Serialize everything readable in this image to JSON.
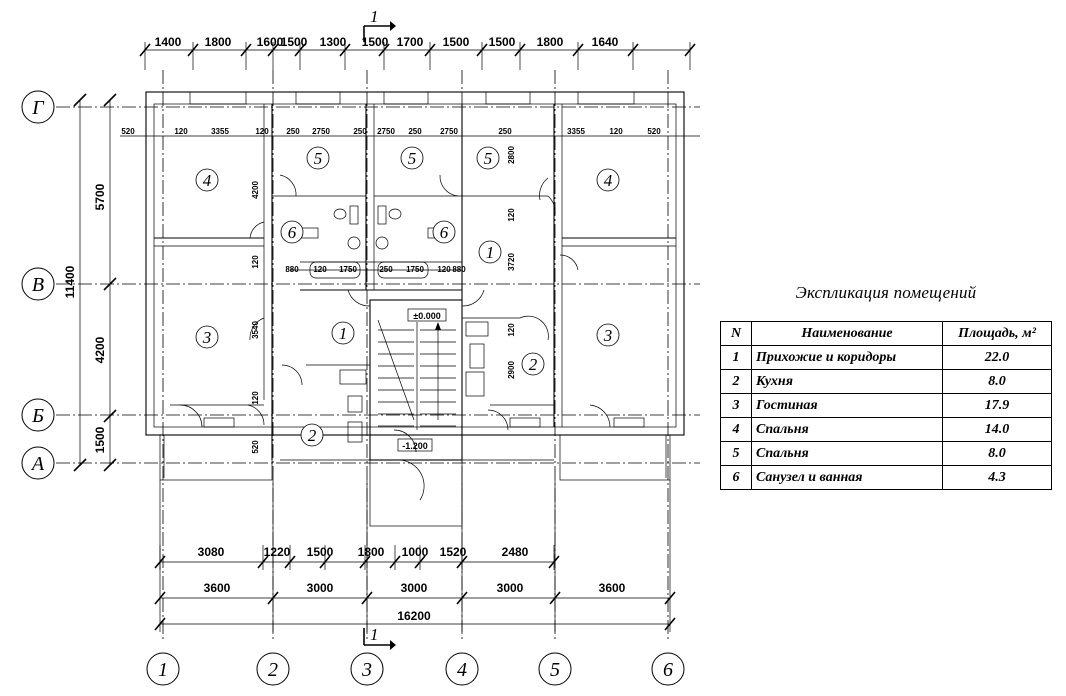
{
  "section_mark": "1",
  "axes_letters": [
    "Г",
    "В",
    "Б",
    "А"
  ],
  "axes_numbers": [
    "1",
    "2",
    "3",
    "4",
    "5",
    "6"
  ],
  "overall_dimension_vertical": "11400",
  "vertical_dims": [
    "5700",
    "4200",
    "1500"
  ],
  "top_dims": [
    "1400",
    "1800",
    "1600",
    "1500",
    "1300",
    "1500",
    "1700",
    "1500",
    "1500",
    "1800",
    "1640"
  ],
  "top_dim_left_520": "520",
  "interior_dims_top": [
    "520",
    "120",
    "3355",
    "120",
    "250",
    "2750",
    "250",
    "2750",
    "250",
    "2750",
    "250",
    "3355",
    "120",
    "520"
  ],
  "interior_dims_mid": [
    "880",
    "120",
    "1750",
    "250",
    "1750",
    "120",
    "880"
  ],
  "interior_dims_vertical": [
    "4200",
    "120",
    "3540",
    "120",
    "520",
    "2800",
    "120",
    "3720",
    "120",
    "2900"
  ],
  "elevation_marks": [
    "±0.000",
    "-1.200"
  ],
  "bottom_dims_row1": [
    "3080",
    "1220",
    "1500",
    "1800",
    "1000",
    "1520",
    "2480"
  ],
  "bottom_dims_row2": [
    "3600",
    "3000",
    "3000",
    "3000",
    "3600"
  ],
  "bottom_total": "16200",
  "room_labels": {
    "r4a": "4",
    "r5a": "5",
    "r5b": "5",
    "r5c": "5",
    "r4b": "4",
    "r6a": "6",
    "r6b": "6",
    "r1a": "1",
    "r3a": "3",
    "r1b": "1",
    "r3b": "3",
    "r2a": "2",
    "r2b": "2"
  },
  "explication": {
    "title": "Экспликация помещений",
    "headers": [
      "N",
      "Наименование",
      "Площадь, м²"
    ],
    "rows": [
      {
        "n": "1",
        "name": "Прихожие и коридоры",
        "area": "22.0"
      },
      {
        "n": "2",
        "name": "Кухня",
        "area": "8.0"
      },
      {
        "n": "3",
        "name": "Гостиная",
        "area": "17.9"
      },
      {
        "n": "4",
        "name": "Спальня",
        "area": "14.0"
      },
      {
        "n": "5",
        "name": "Спальня",
        "area": "8.0"
      },
      {
        "n": "6",
        "name": "Санузел и ванная",
        "area": "4.3"
      }
    ]
  }
}
